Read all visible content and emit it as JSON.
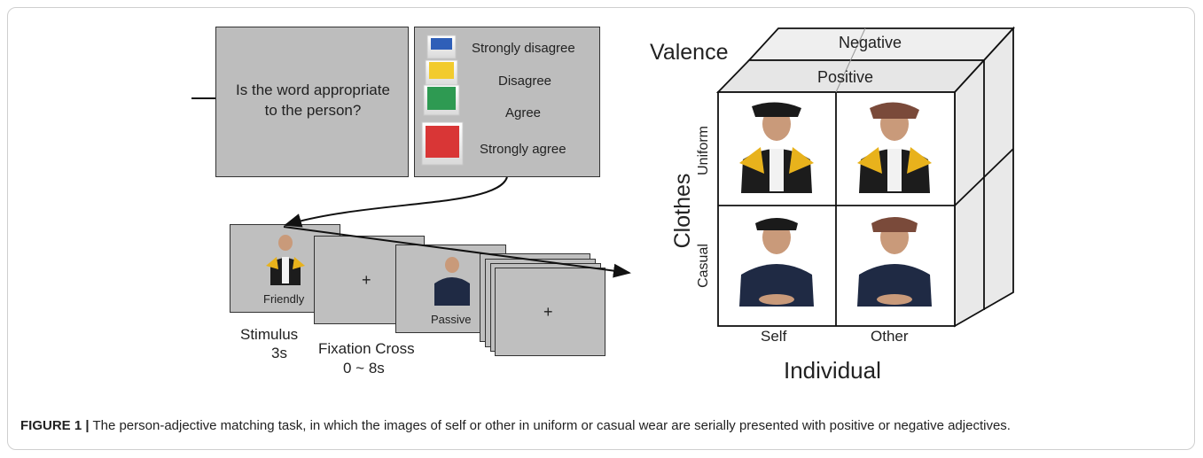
{
  "question_panel": {
    "text_line1": "Is the word appropriate",
    "text_line2": "to the person?"
  },
  "response_panel": {
    "options": [
      {
        "label": "Strongly disagree",
        "color": "#2f5fb8"
      },
      {
        "label": "Disagree",
        "color": "#f2cb2e"
      },
      {
        "label": "Agree",
        "color": "#2e9a52"
      },
      {
        "label": "Strongly agree",
        "color": "#d93636"
      }
    ]
  },
  "sequence": {
    "slide1_word": "Friendly",
    "slide3_word": "Passive",
    "fixation_symbol": "+",
    "stimulus_label": "Stimulus",
    "stimulus_duration": "3s",
    "fixation_label": "Fixation Cross",
    "fixation_duration": "0 ~ 8s"
  },
  "cube": {
    "valence_label": "Valence",
    "negative_label": "Negative",
    "positive_label": "Positive",
    "clothes_label": "Clothes",
    "uniform_label": "Uniform",
    "casual_label": "Casual",
    "self_label": "Self",
    "other_label": "Other",
    "individual_label": "Individual"
  },
  "caption": {
    "figure_label": "FIGURE 1 |",
    "text": " The person-adjective matching task, in which the images of self or other in uniform or casual wear are serially presented with positive or negative adjectives."
  },
  "colors": {
    "panel_gray": "#bdbdbd",
    "uniform_gold": "#e8b21c",
    "uniform_black": "#1c1c1c",
    "casual_navy": "#1f2a44"
  }
}
